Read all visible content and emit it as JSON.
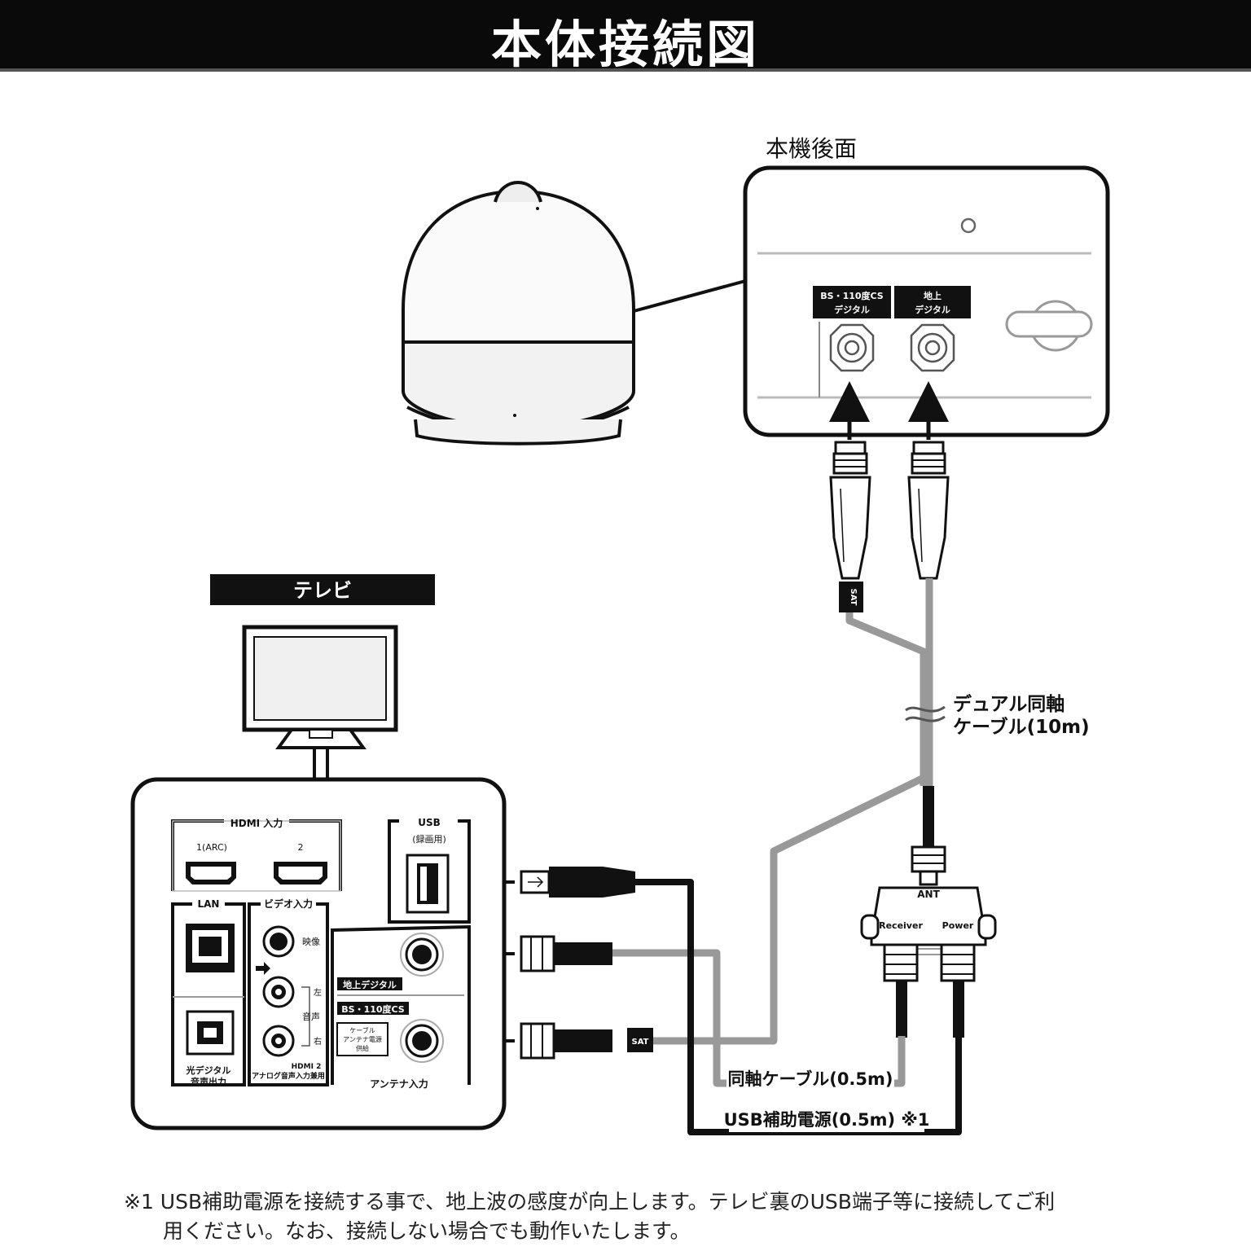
{
  "header": {
    "title": "本体接続図"
  },
  "antenna_rear": {
    "title": "本機後面",
    "port_bs": [
      "BS・110度CS",
      "デジタル"
    ],
    "port_terrestrial": [
      "地上",
      "デジタル"
    ]
  },
  "cable": {
    "sat_tag": "SAT",
    "dual_label": [
      "デュアル同軸",
      "ケーブル(10m)"
    ],
    "coax_short": "同軸ケーブル(0.5m)",
    "usb_power": "USB補助電源(0.5m) ※1"
  },
  "splitter": {
    "ant": "ANT",
    "receiver": "Receiver",
    "power": "Power"
  },
  "tv": {
    "title": "テレビ",
    "hdmi_title": "HDMI 入力",
    "hdmi_1": "1(ARC)",
    "hdmi_2": "2",
    "usb_title": "USB",
    "usb_sub": "(録画用)",
    "lan": "LAN",
    "video_title": "ビデオ入力",
    "video": "映像",
    "left": "左",
    "audio": "音声",
    "right": "右",
    "optical": [
      "光デジタル",
      "音声出力"
    ],
    "hdmi2_note": [
      "HDMI 2",
      "アナログ音声入力兼用"
    ],
    "terrestrial": "地上デジタル",
    "bs": "BS・110度CS",
    "power_note": [
      "ケーブル",
      "アンテナ電源",
      "供給"
    ],
    "antenna_input": "アンテナ入力"
  },
  "footnote": [
    "※1 USB補助電源を接続する事で、地上波の感度が向上します。テレビ裏のUSB端子等に接続してご利",
    "用ください。なお、接続しない場合でも動作いたします。"
  ]
}
